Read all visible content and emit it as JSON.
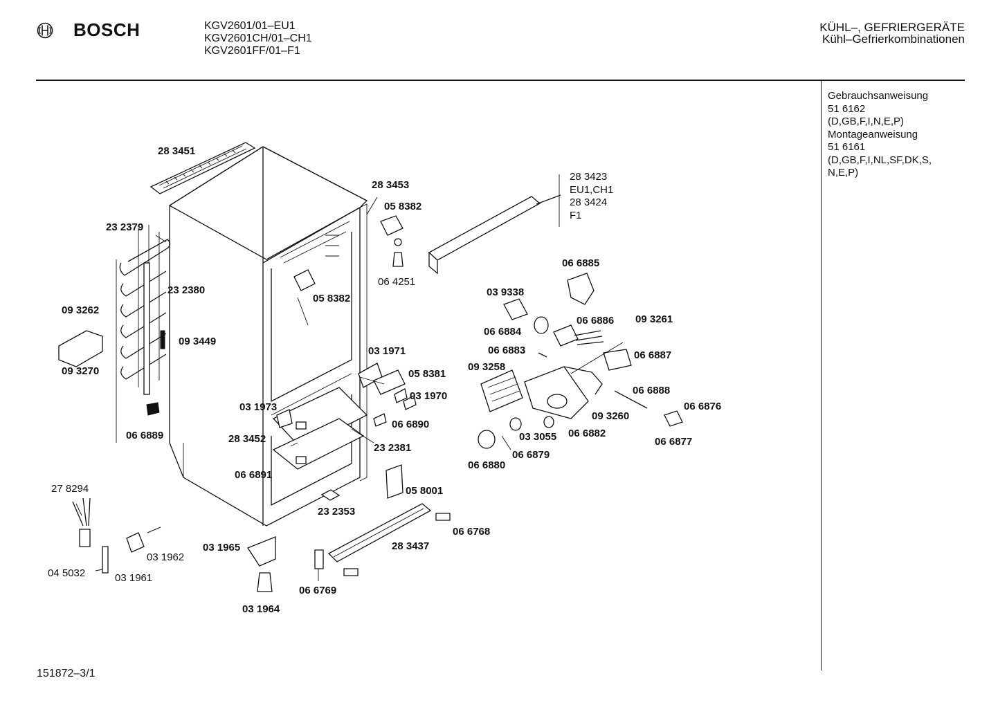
{
  "header": {
    "brand": "BOSCH",
    "models": [
      "KGV2601/01–EU1",
      "KGV2601CH/01–CH1",
      "KGV2601FF/01–F1"
    ],
    "category": [
      "KÜHL–, GEFRIERGERÄTE",
      "Kühl–Gefrierkombinationen"
    ]
  },
  "sidebar": {
    "lines": [
      "Gebrauchsanweisung",
      "51 6162",
      "(D,GB,F,I,N,E,P)",
      "Montageanweisung",
      "51 6161",
      "(D,GB,F,I,NL,SF,DK,S,",
      "N,E,P)"
    ]
  },
  "variant_note": [
    "28 3423",
    "EU1,CH1",
    "28 3424",
    "F1"
  ],
  "parts": {
    "p283451": "28 3451",
    "p283453": "28 3453",
    "p058382a": "05 8382",
    "p064251": "06 4251",
    "p232379": "23 2379",
    "p232380": "23 2380",
    "p058382b": "05 8382",
    "p093262": "09 3262",
    "p093449": "09 3449",
    "p093270": "09 3270",
    "p066885": "06 6885",
    "p039338": "03 9338",
    "p066886": "06 6886",
    "p093261": "09 3261",
    "p066884": "06 6884",
    "p066883": "06 6883",
    "p066887": "06 6887",
    "p031971": "03 1971",
    "p093258": "09 3258",
    "p058381": "05 8381",
    "p066888": "06 6888",
    "p031970": "03 1970",
    "p066876": "06 6876",
    "p031973": "03 1973",
    "p093260": "09 3260",
    "p066890": "06 6890",
    "p066889": "06 6889",
    "p283452": "28 3452",
    "p033055": "03 3055",
    "p066882": "06 6882",
    "p066877": "06 6877",
    "p232381": "23 2381",
    "p066879": "06 6879",
    "p066880": "06 6880",
    "p066891": "06 6891",
    "p278294": "27 8294",
    "p058001": "05 8001",
    "p232353": "23 2353",
    "p066768": "06 6768",
    "p031965": "03 1965",
    "p031962": "03 1962",
    "p283437": "28 3437",
    "p045032": "04 5032",
    "p031961": "03 1961",
    "p066769": "06 6769",
    "p031964": "03 1964"
  },
  "footer": {
    "doc_id": "151872–3/1"
  }
}
